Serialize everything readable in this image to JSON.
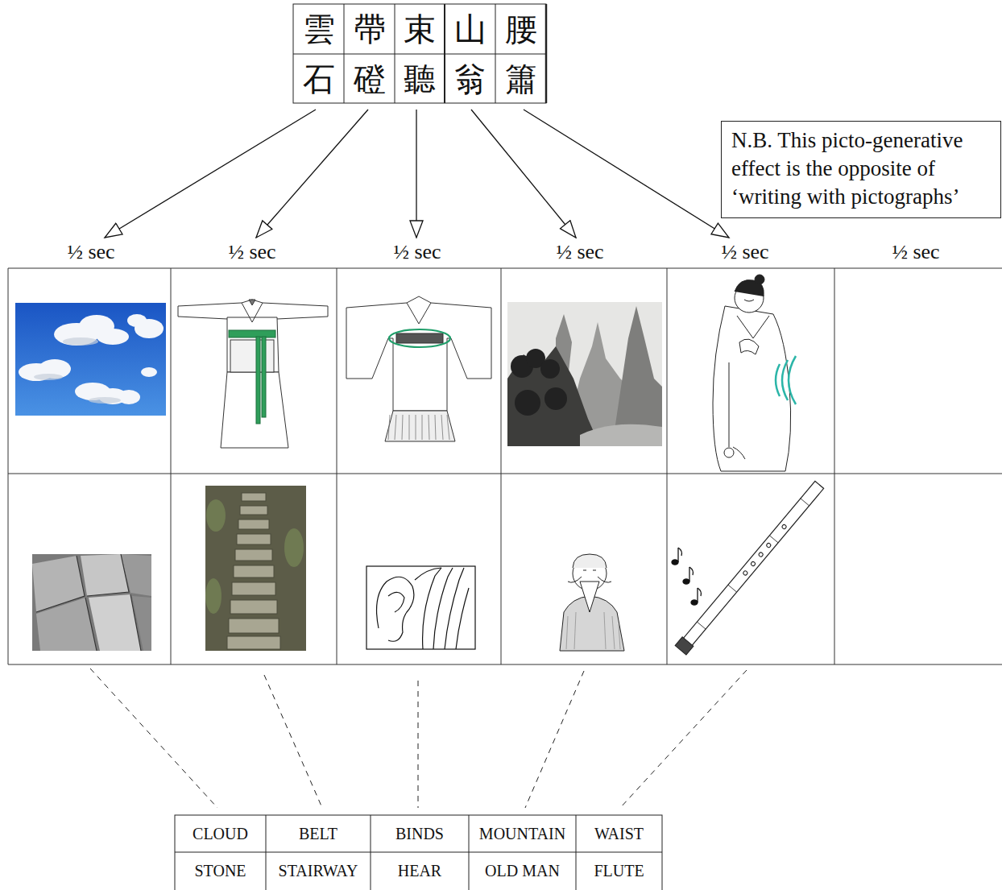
{
  "diagram": {
    "nodes": [
      {
        "text": [
          "N.B. This picto-generative effect is the opposite of ‘writing with pictographs’"
        ]
      }
    ],
    "labels": [
      "雲",
      "帶",
      "束",
      "山",
      "腰",
      "石",
      "磴",
      "聽",
      "翁",
      "簫",
      "½ sec",
      "½ sec",
      "½ sec",
      "½ sec",
      "½ sec",
      "½ sec",
      "CLOUD",
      "BELT",
      "BINDS",
      "MOUNTAIN",
      "WAIST",
      "STONE",
      "STAIRWAY",
      "HEAR",
      "OLD MAN",
      "FLUTE"
    ]
  }
}
